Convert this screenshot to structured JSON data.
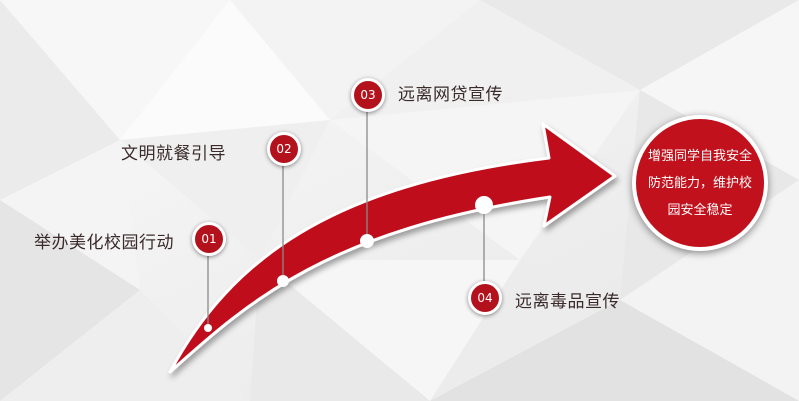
{
  "steps": [
    {
      "number": "01",
      "label": "举办美化校园行动"
    },
    {
      "number": "02",
      "label": "文明就餐引导"
    },
    {
      "number": "03",
      "label": "远离网贷宣传"
    },
    {
      "number": "04",
      "label": "远离毒品宣传"
    }
  ],
  "goal": {
    "text": "增强同学自我安全防范能力，维护校园安全稳定"
  },
  "colors": {
    "accent": "#c0111c",
    "text": "#3a2a2a",
    "background": "#f2f2f2"
  }
}
